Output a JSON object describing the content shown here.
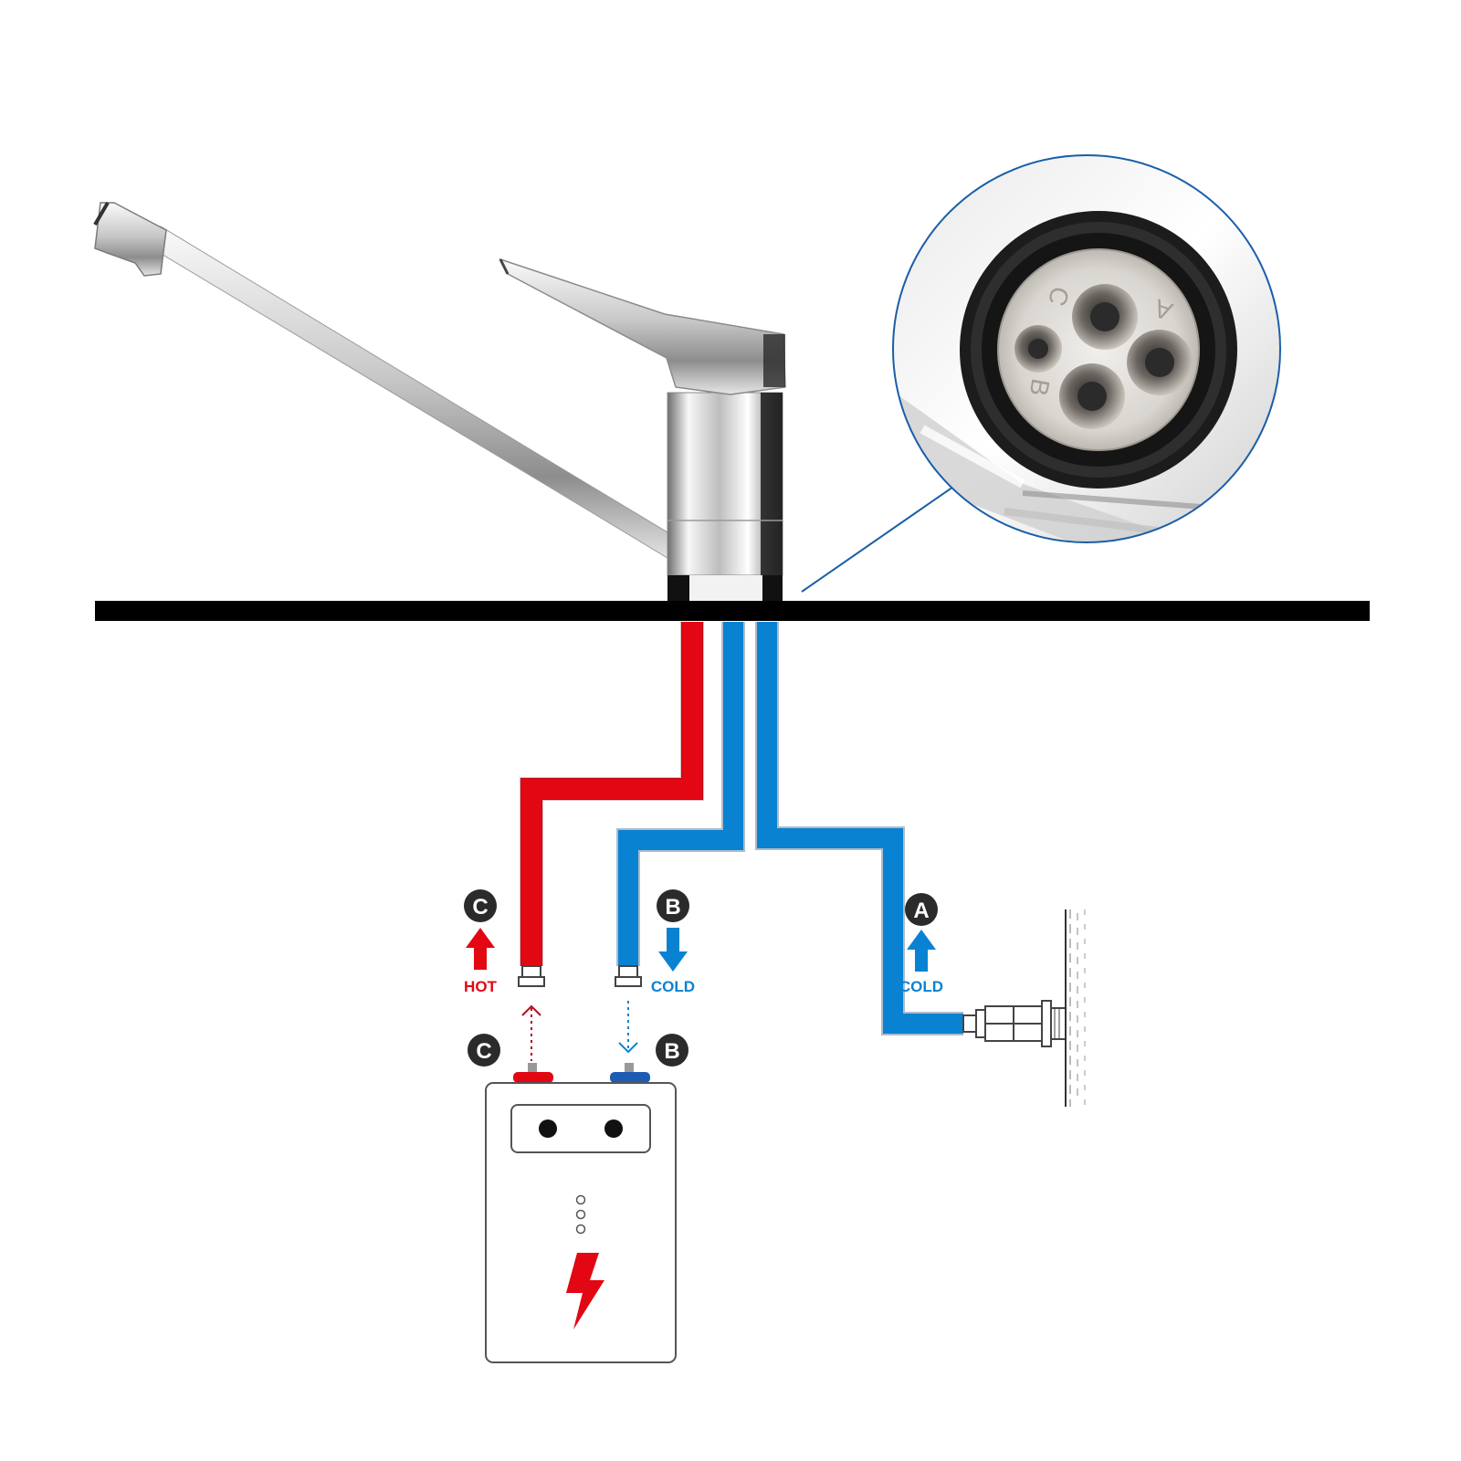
{
  "colors": {
    "hot": "#e30613",
    "cold": "#0a82d2",
    "badge": "#2b2b2b",
    "countertop": "#000000",
    "chrome_light": "#f4f4f4",
    "chrome_dark": "#8c8c8c",
    "heater_outline": "#555555"
  },
  "hose_connections": {
    "hot": {
      "letter": "C",
      "label": "HOT",
      "arrow": "up",
      "color": "#e30613"
    },
    "cold_to_heater": {
      "letter": "B",
      "label": "COLD",
      "arrow": "down",
      "color": "#0a82d2"
    },
    "cold_supply": {
      "letter": "A",
      "label": "COLD",
      "arrow": "up",
      "color": "#0a82d2"
    }
  },
  "heater_ports": {
    "hot": {
      "letter": "C"
    },
    "cold": {
      "letter": "B"
    }
  },
  "zoom_inset": {
    "port_labels": [
      "A",
      "B",
      "C"
    ]
  },
  "icons": {
    "lightning": "lightning-bolt-icon",
    "arrow_up": "arrow-up-icon",
    "arrow_down": "arrow-down-icon",
    "wall_valve": "angle-valve-icon",
    "heater": "water-heater-icon",
    "faucet": "kitchen-faucet-icon"
  }
}
